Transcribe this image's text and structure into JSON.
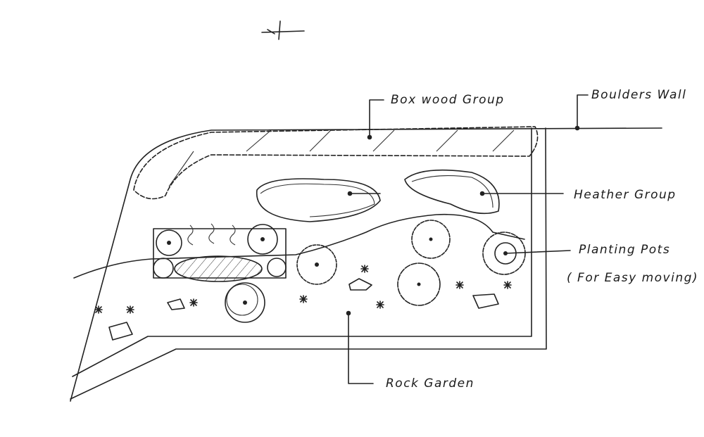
{
  "labels": {
    "boxwood": "Box wood  Group",
    "boulders": "Boulders Wall",
    "heather": "Heather  Group",
    "pots": "Planting  Pots",
    "pots_note": "( For  Easy  moving)",
    "rock": "Rock   Garden"
  },
  "colors": {
    "ink": "#222222",
    "paper": "#ffffff"
  }
}
